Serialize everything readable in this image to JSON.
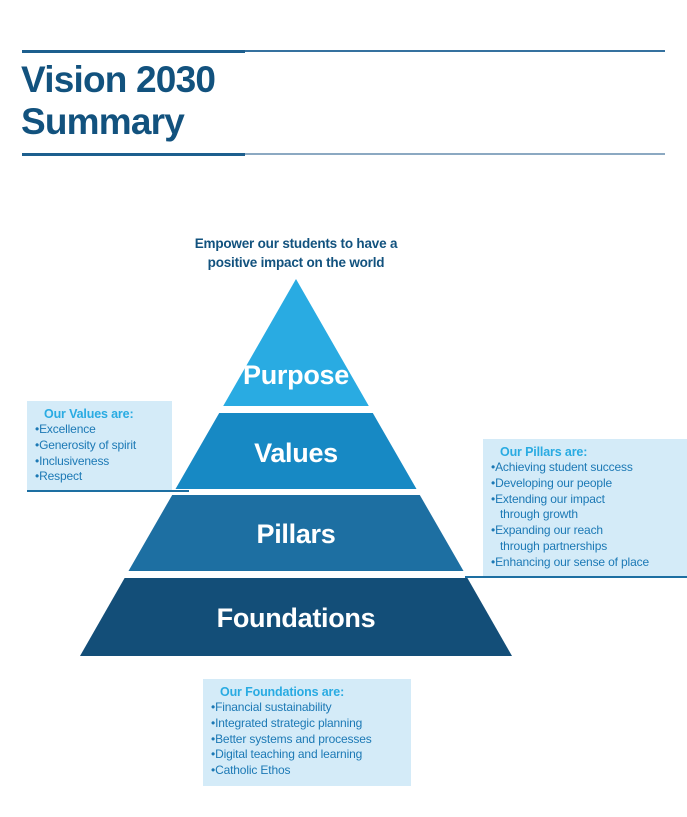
{
  "header": {
    "title_line1": "Vision 2030",
    "title_line2": "Summary"
  },
  "pyramid": {
    "statement_line1": "Empower our students to have a",
    "statement_line2": "positive impact on the world",
    "levels": [
      {
        "id": "purpose",
        "label": "Purpose",
        "color": "#29abe2"
      },
      {
        "id": "values",
        "label": "Values",
        "color": "#1789c4"
      },
      {
        "id": "pillars",
        "label": "Pillars",
        "color": "#1d6fa2"
      },
      {
        "id": "foundations",
        "label": "Foundations",
        "color": "#134e78"
      }
    ]
  },
  "callouts": {
    "values": {
      "title": "Our Values are:",
      "items": [
        "Excellence",
        "Generosity of spirit",
        "Inclusiveness",
        "Respect"
      ]
    },
    "pillars": {
      "title": "Our Pillars are:",
      "items": [
        "Achieving student success",
        "Developing our people",
        "Extending our impact\nthrough growth",
        "Expanding our reach\nthrough partnerships",
        "Enhancing our sense of place"
      ]
    },
    "foundations": {
      "title": "Our Foundations are:",
      "items": [
        "Financial sustainability",
        "Integrated strategic planning",
        "Better systems and processes",
        "Digital teaching and learning",
        "Catholic Ethos"
      ]
    }
  },
  "colors": {
    "title_text": "#12527e",
    "accent_cyan": "#29abe2",
    "callout_bg": "#d4ebf8",
    "callout_text": "#1c79b5",
    "rule_dark": "#1d5f8e",
    "rule_top_light": "#35719f",
    "rule_bottom_light": "#8ca9c2"
  }
}
